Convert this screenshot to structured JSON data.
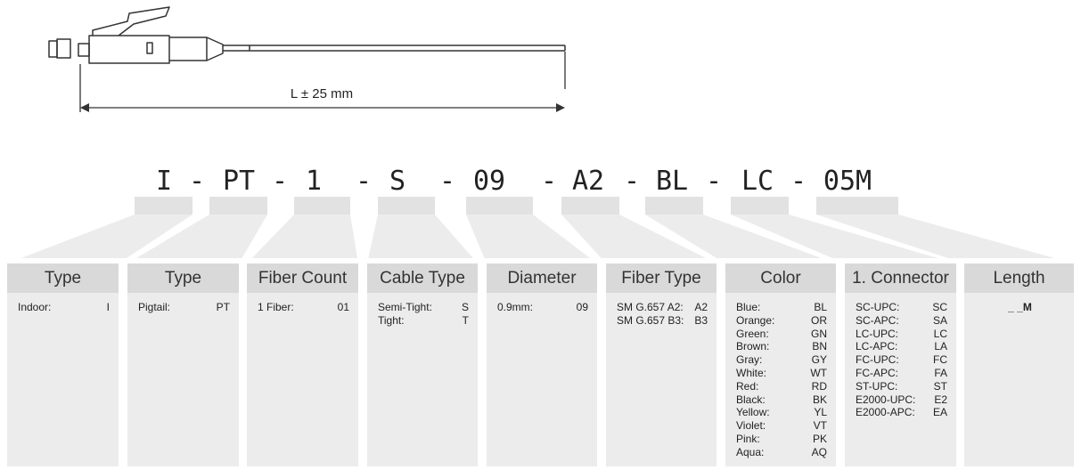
{
  "dimension_label": "L ± 25 mm",
  "code_segments": [
    "I",
    "-",
    "PT",
    "-",
    "1",
    "-",
    "S",
    "-",
    "09",
    "-",
    "A2",
    "-",
    "BL",
    "-",
    "LC",
    "-",
    "05M"
  ],
  "columns": [
    {
      "header": "Type",
      "rows": [
        {
          "label": "Indoor:",
          "code": "I"
        }
      ]
    },
    {
      "header": "Type",
      "rows": [
        {
          "label": "Pigtail:",
          "code": "PT"
        }
      ]
    },
    {
      "header": "Fiber Count",
      "rows": [
        {
          "label": "1 Fiber:",
          "code": "01"
        }
      ]
    },
    {
      "header": "Cable Type",
      "rows": [
        {
          "label": "Semi-Tight:",
          "code": "S"
        },
        {
          "label": "Tight:",
          "code": "T"
        }
      ]
    },
    {
      "header": "Diameter",
      "rows": [
        {
          "label": "0.9mm:",
          "code": "09"
        }
      ]
    },
    {
      "header": "Fiber Type",
      "rows": [
        {
          "label": "SM G.657 A2:",
          "code": "A2"
        },
        {
          "label": "SM G.657 B3:",
          "code": "B3"
        }
      ]
    },
    {
      "header": "Color",
      "rows": [
        {
          "label": "Blue:",
          "code": "BL"
        },
        {
          "label": "Orange:",
          "code": "OR"
        },
        {
          "label": "Green:",
          "code": "GN"
        },
        {
          "label": "Brown:",
          "code": "BN"
        },
        {
          "label": "Gray:",
          "code": "GY"
        },
        {
          "label": "White:",
          "code": "WT"
        },
        {
          "label": "Red:",
          "code": "RD"
        },
        {
          "label": "Black:",
          "code": "BK"
        },
        {
          "label": "Yellow:",
          "code": "YL"
        },
        {
          "label": "Violet:",
          "code": "VT"
        },
        {
          "label": "Pink:",
          "code": "PK"
        },
        {
          "label": "Aqua:",
          "code": "AQ"
        }
      ]
    },
    {
      "header": "1. Connector",
      "rows": [
        {
          "label": "SC-UPC:",
          "code": "SC"
        },
        {
          "label": "SC-APC:",
          "code": "SA"
        },
        {
          "label": "LC-UPC:",
          "code": "LC"
        },
        {
          "label": "LC-APC:",
          "code": "LA"
        },
        {
          "label": "FC-UPC:",
          "code": "FC"
        },
        {
          "label": "FC-APC:",
          "code": "FA"
        },
        {
          "label": "ST-UPC:",
          "code": "ST"
        },
        {
          "label": "E2000-UPC:",
          "code": "E2"
        },
        {
          "label": "E2000-APC:",
          "code": "EA"
        }
      ]
    },
    {
      "header": "Length",
      "value": "_ _M"
    }
  ]
}
